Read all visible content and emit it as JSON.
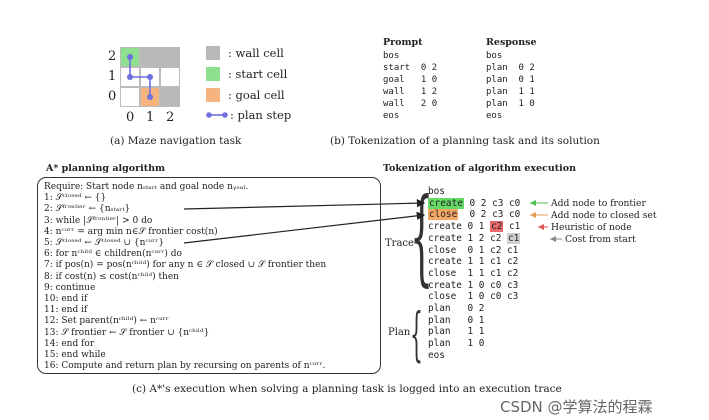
{
  "maze": {
    "y_ticks": [
      "2",
      "1",
      "0"
    ],
    "x_ticks": [
      "0",
      "1",
      "2"
    ],
    "grid": [
      [
        "start",
        "wall",
        "wall"
      ],
      [
        "empty",
        "empty",
        "empty"
      ],
      [
        "empty",
        "goal",
        "wall"
      ]
    ],
    "legend": [
      {
        "kind": "wall",
        "label": ": wall cell",
        "color": "#b8b8b8"
      },
      {
        "kind": "start",
        "label": ": start cell",
        "color": "#8ee08e"
      },
      {
        "kind": "goal",
        "label": ": goal cell",
        "color": "#f5b47f"
      },
      {
        "kind": "plan",
        "label": ": plan step",
        "color": "#6f6fe0"
      }
    ],
    "caption": "(a) Maze navigation task"
  },
  "tokenization": {
    "prompt_title": "Prompt",
    "response_title": "Response",
    "prompt_lines": [
      "bos",
      "start  0 2",
      "goal   1 0",
      "wall   1 2",
      "wall   2 0",
      "eos"
    ],
    "response_lines": [
      "bos",
      "plan  0 2",
      "plan  0 1",
      "plan  1 1",
      "plan  1 0",
      "eos"
    ],
    "caption": "(b) Tokenization of a planning task and its solution"
  },
  "algorithm": {
    "title": "A* planning algorithm",
    "lines": [
      "Require: Start node nₛₜₐᵣₜ and goal node nᵧₒₐₗ.",
      " 1:  𝒮ᶜˡᵒˢᵉᵈ ← {}",
      " 2:  𝒮ᶠʳᵒⁿᵗⁱᵉʳ ← {nₛₜₐᵣₜ}",
      " 3:  while |𝒮ᶠʳᵒⁿᵗⁱᵉʳ| > 0  do",
      " 4:      nᶜᵘʳʳ = arg min n∈𝒮 frontier cost(n)",
      " 5:      𝒮ᶜˡᵒˢᵉᵈ ← 𝒮ᶜˡᵒˢᵉᵈ ∪ {nᶜᵘʳʳ}",
      " 6:      for  nᶜʰⁱˡᵈ ∈ children(nᶜᵘʳʳ)  do",
      " 7:          if pos(n) = pos(nᶜʰⁱˡᵈ) for any n ∈ 𝒮 closed ∪ 𝒮 frontier  then",
      " 8:              if cost(n) ≤ cost(nᶜʰⁱˡᵈ) then",
      " 9:                  continue",
      "10:              end if",
      "11:          end if",
      "12:          Set parent(nᶜʰⁱˡᵈ) ← nᶜᵘʳʳ",
      "13:          𝒮 frontier ← 𝒮 frontier ∪ {nᶜʰⁱˡᵈ}",
      "14:      end for",
      "15:  end while",
      "16:  Compute and return plan by recursing on parents of nᶜᵘʳʳ."
    ],
    "caption": "(c) A*'s execution when solving a planning task is logged into an execution trace"
  },
  "execution": {
    "title": "Tokenization of algorithm execution",
    "trace_label": "Trace",
    "plan_label": "Plan",
    "lines": [
      {
        "text": "bos"
      },
      {
        "text": "create 0 2 c3 c0",
        "hl": "create"
      },
      {
        "text": "close  0 2 c3 c0",
        "hl": "close"
      },
      {
        "text": "create 0 1 c2 c1",
        "hl": "c2"
      },
      {
        "text": "create 1 2 c2 c1",
        "hl": "c1"
      },
      {
        "text": "close  0 1 c2 c1"
      },
      {
        "text": "create 1 1 c1 c2"
      },
      {
        "text": "close  1 1 c1 c2"
      },
      {
        "text": "create 1 0 c0 c3"
      },
      {
        "text": "close  1 0 c0 c3"
      },
      {
        "text": "plan   0 2"
      },
      {
        "text": "plan   0 1"
      },
      {
        "text": "plan   1 1"
      },
      {
        "text": "plan   1 0"
      },
      {
        "text": "eos"
      }
    ],
    "annotations": [
      {
        "text": "Add node to frontier",
        "color": "#4fc24f"
      },
      {
        "text": "Add node to closed set",
        "color": "#e89b55"
      },
      {
        "text": "Heuristic of node",
        "color": "#e05555"
      },
      {
        "text": "Cost from start",
        "color": "#888888"
      }
    ]
  },
  "watermark": "CSDN @学算法的程霖"
}
